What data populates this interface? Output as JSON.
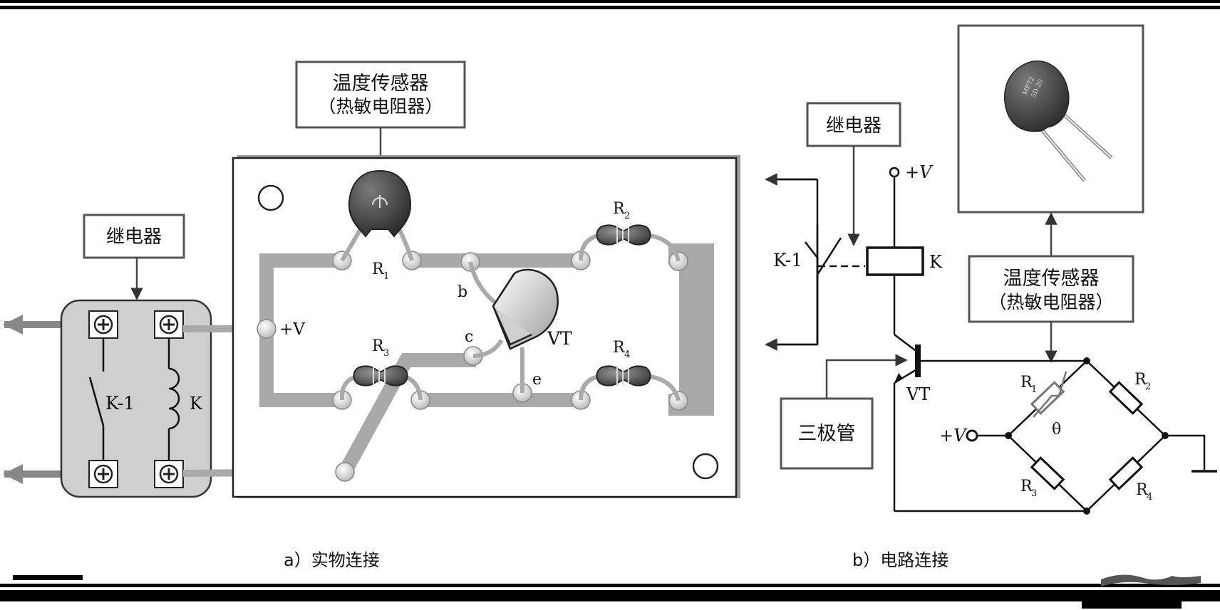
{
  "panel_a": {
    "caption": "a）实物连接",
    "sensor_box": {
      "line1": "温度传感器",
      "line2": "（热敏电阻器）"
    },
    "relay_box": "继电器",
    "labels": {
      "r1": "R",
      "r1_sub": "1",
      "r2": "R",
      "r2_sub": "2",
      "r3": "R",
      "r3_sub": "3",
      "r4": "R",
      "r4_sub": "4",
      "b": "b",
      "c": "c",
      "e": "e",
      "vt": "VT",
      "plus_v": "+V",
      "k1": "K-1",
      "k": "K"
    }
  },
  "panel_b": {
    "caption": "b）电路连接",
    "relay_box": "继电器",
    "sensor_box": {
      "line1": "温度传感器",
      "line2": "（热敏电阻器）"
    },
    "transistor_box": "三极管",
    "thermistor_marking": {
      "line1": "MF72",
      "line2": "5D-20"
    },
    "labels": {
      "plus_v_top": "+V",
      "plus_v_left": "+V",
      "k1": "K-1",
      "k": "K",
      "vt": "VT",
      "theta": "θ",
      "r1": "R",
      "r1_sub": "1",
      "r2": "R",
      "r2_sub": "2",
      "r3": "R",
      "r3_sub": "3",
      "r4": "R",
      "r4_sub": "4"
    }
  },
  "colors": {
    "ink": "#111111",
    "trace": "#a9a9a9",
    "pad": "#d9d9d9",
    "relay_body": "#cfcfcf",
    "component": "#5a5a5a"
  }
}
